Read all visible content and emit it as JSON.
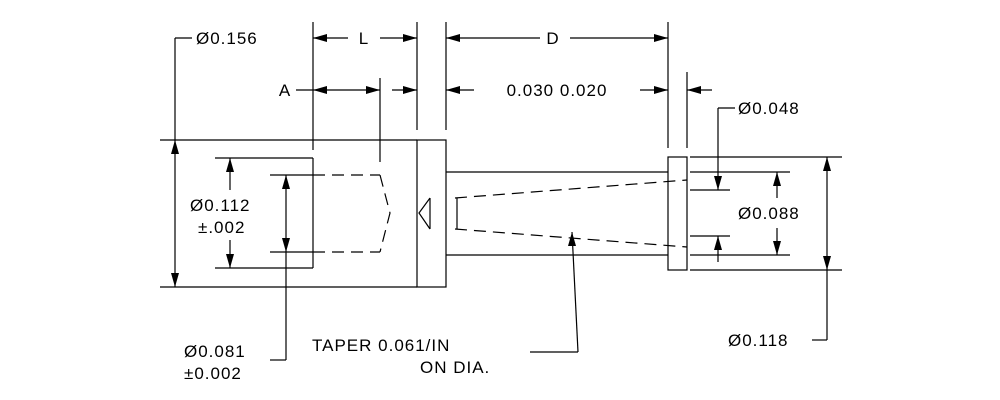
{
  "labels": {
    "dia_0156": "Ø0.156",
    "L": "L",
    "D": "D",
    "A": "A",
    "dims_030_020": "0.030  0.020",
    "dia_0048": "Ø0.048",
    "dia_0112": "Ø0.112",
    "tol_002": "±.002",
    "dia_0088": "Ø0.088",
    "dia_0081": "Ø0.081",
    "tol_0002": "±0.002",
    "taper_1": "TAPER 0.061/IN",
    "taper_2": "ON DIA.",
    "dia_0118": "Ø0.118"
  }
}
